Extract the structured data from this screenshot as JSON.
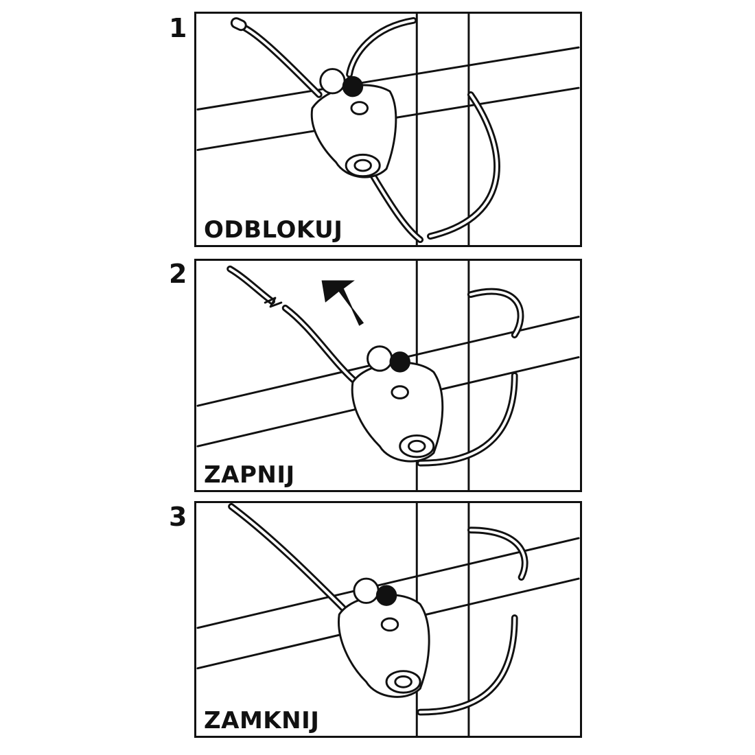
{
  "steps": [
    {
      "number": "1",
      "label": "ODBLOKUJ"
    },
    {
      "number": "2",
      "label": "ZAPNIJ"
    },
    {
      "number": "3",
      "label": "ZAMKNIJ"
    }
  ],
  "colors": {
    "ink": "#111111",
    "paper": "#ffffff"
  },
  "icons": [
    "cable-lock-icon",
    "up-arrow-icon",
    "combination-dial-icon"
  ]
}
